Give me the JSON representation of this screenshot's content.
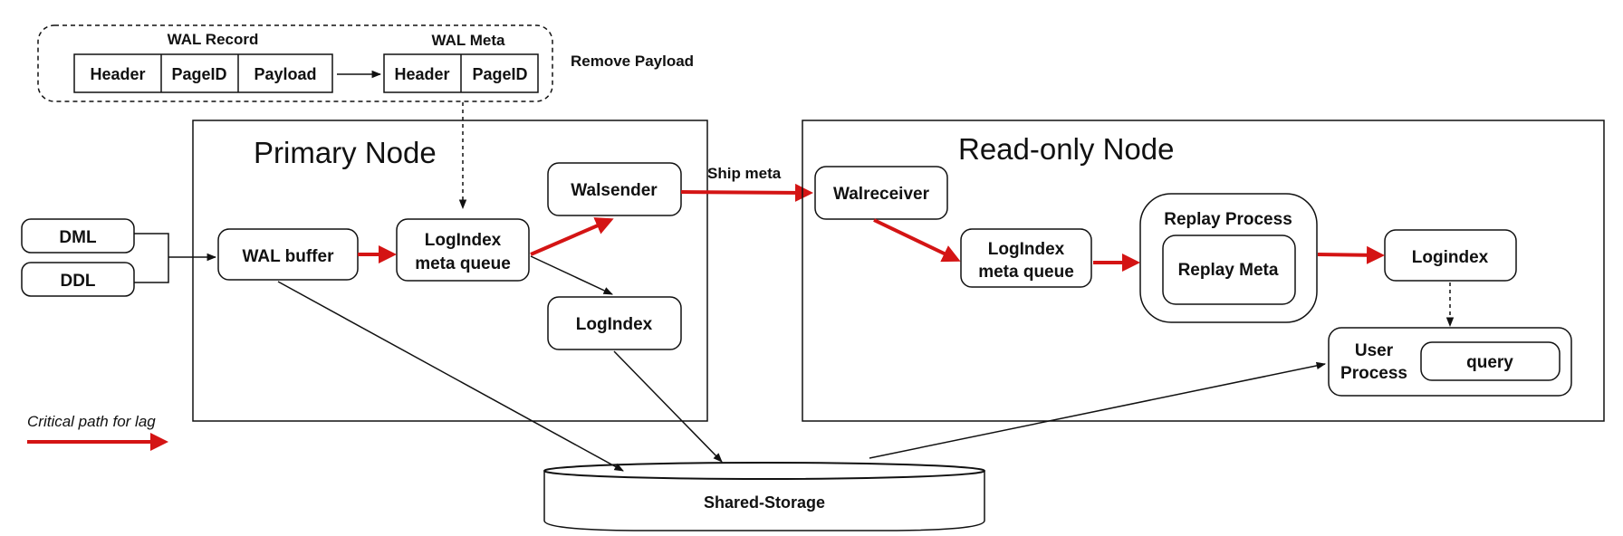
{
  "wal_record": {
    "title": "WAL Record",
    "cells": [
      "Header",
      "PageID",
      "Payload"
    ]
  },
  "wal_meta": {
    "title": "WAL Meta",
    "cells": [
      "Header",
      "PageID"
    ]
  },
  "remove_payload_label": "Remove Payload",
  "inputs": {
    "dml": "DML",
    "ddl": "DDL"
  },
  "primary_node": {
    "title": "Primary Node",
    "wal_buffer": "WAL buffer",
    "logindex_queue_line1": "LogIndex",
    "logindex_queue_line2": "meta queue",
    "walsender": "Walsender",
    "logindex": "LogIndex"
  },
  "ship_meta_label": "Ship meta",
  "readonly_node": {
    "title": "Read-only Node",
    "walreceiver": "Walreceiver",
    "logindex_queue_line1": "LogIndex",
    "logindex_queue_line2": "meta queue",
    "replay_process": "Replay Process",
    "replay_meta": "Replay Meta",
    "logindex": "Logindex",
    "user_process_line1": "User",
    "user_process_line2": "Process",
    "query": "query"
  },
  "shared_storage": "Shared-Storage",
  "legend": {
    "label": "Critical path for lag"
  },
  "colors": {
    "critical": "#d41414",
    "line": "#111111"
  }
}
